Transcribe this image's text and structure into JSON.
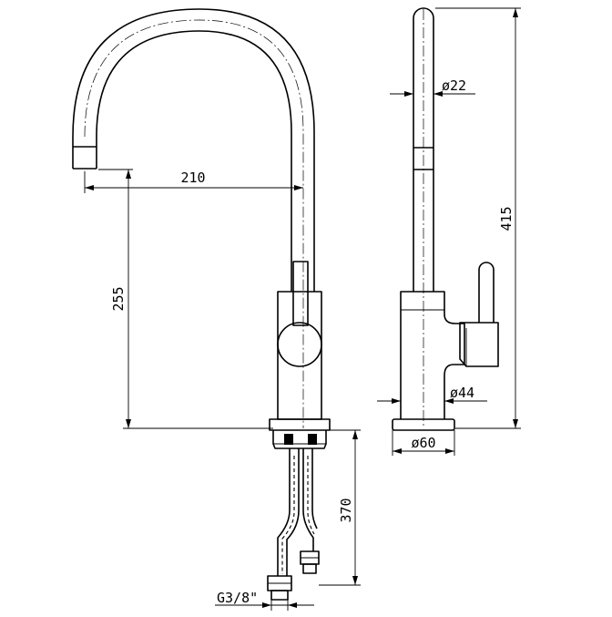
{
  "drawing": {
    "front_view": {
      "dim_spout_reach": "210",
      "dim_spout_height": "255",
      "dim_hose_length": "370",
      "label_thread": "G3/8\""
    },
    "side_view": {
      "dim_spout_diameter": "ø22",
      "dim_total_height": "415",
      "dim_body_diameter": "ø44",
      "dim_base_diameter": "ø60"
    }
  }
}
